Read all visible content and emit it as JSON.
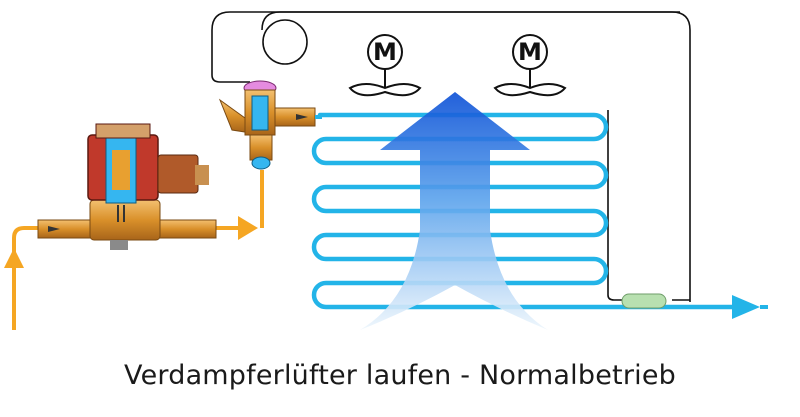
{
  "caption": "Verdampferlüfter laufen - Normalbetrieb",
  "motors": [
    {
      "label": "M",
      "icon": "fan-motor-icon"
    },
    {
      "label": "M",
      "icon": "fan-motor-icon"
    }
  ],
  "colors": {
    "liquid_line": "#f5a623",
    "suction_line": "#23b4e8",
    "control_line": "#111111",
    "airflow_top": "#0b4fd6",
    "airflow_bottom": "#e9f3fb",
    "valve_body": "#d9902a",
    "solenoid_coil": "#c0392b",
    "sensor_bulb": "#b8e0b0"
  }
}
